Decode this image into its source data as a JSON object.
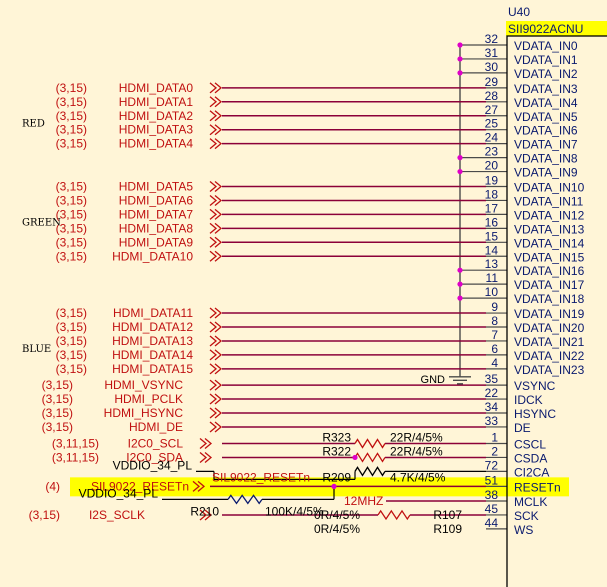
{
  "chip": {
    "ref": "U40",
    "part": "SII9022ACNU",
    "ground_label": "GND"
  },
  "groups": [
    {
      "label": "RED",
      "at_pin": "25"
    },
    {
      "label": "GREEN",
      "at_pin": "16"
    },
    {
      "label": "BLUE",
      "at_pin": "6"
    }
  ],
  "pins": [
    {
      "num": "32",
      "name": "VDATA_IN0",
      "gnd": true
    },
    {
      "num": "31",
      "name": "VDATA_IN1",
      "gnd": true
    },
    {
      "num": "30",
      "name": "VDATA_IN2",
      "gnd": true
    },
    {
      "num": "29",
      "name": "VDATA_IN3",
      "signal": "HDMI_DATA0",
      "ref": "(3,15)"
    },
    {
      "num": "28",
      "name": "VDATA_IN4",
      "signal": "HDMI_DATA1",
      "ref": "(3,15)"
    },
    {
      "num": "27",
      "name": "VDATA_IN5",
      "signal": "HDMI_DATA2",
      "ref": "(3,15)"
    },
    {
      "num": "25",
      "name": "VDATA_IN6",
      "signal": "HDMI_DATA3",
      "ref": "(3,15)"
    },
    {
      "num": "24",
      "name": "VDATA_IN7",
      "signal": "HDMI_DATA4",
      "ref": "(3,15)"
    },
    {
      "num": "23",
      "name": "VDATA_IN8",
      "gnd": true
    },
    {
      "num": "20",
      "name": "VDATA_IN9",
      "gnd": true
    },
    {
      "num": "19",
      "name": "VDATA_IN10",
      "signal": "HDMI_DATA5",
      "ref": "(3,15)"
    },
    {
      "num": "18",
      "name": "VDATA_IN11",
      "signal": "HDMI_DATA6",
      "ref": "(3,15)"
    },
    {
      "num": "17",
      "name": "VDATA_IN12",
      "signal": "HDMI_DATA7",
      "ref": "(3,15)"
    },
    {
      "num": "16",
      "name": "VDATA_IN13",
      "signal": "HDMI_DATA8",
      "ref": "(3,15)"
    },
    {
      "num": "15",
      "name": "VDATA_IN14",
      "signal": "HDMI_DATA9",
      "ref": "(3,15)"
    },
    {
      "num": "14",
      "name": "VDATA_IN15",
      "signal": "HDMI_DATA10",
      "ref": "(3,15)"
    },
    {
      "num": "13",
      "name": "VDATA_IN16",
      "gnd": true
    },
    {
      "num": "11",
      "name": "VDATA_IN17",
      "gnd": true
    },
    {
      "num": "10",
      "name": "VDATA_IN18",
      "gnd": true
    },
    {
      "num": "9",
      "name": "VDATA_IN19",
      "signal": "HDMI_DATA11",
      "ref": "(3,15)"
    },
    {
      "num": "8",
      "name": "VDATA_IN20",
      "signal": "HDMI_DATA12",
      "ref": "(3,15)"
    },
    {
      "num": "7",
      "name": "VDATA_IN21",
      "signal": "HDMI_DATA13",
      "ref": "(3,15)"
    },
    {
      "num": "6",
      "name": "VDATA_IN22",
      "signal": "HDMI_DATA14",
      "ref": "(3,15)"
    },
    {
      "num": "4",
      "name": "VDATA_IN23",
      "signal": "HDMI_DATA15",
      "ref": "(3,15)"
    },
    {
      "num": "35",
      "name": "VSYNC",
      "signal": "HDMI_VSYNC",
      "ref": "(3,15)"
    },
    {
      "num": "22",
      "name": "IDCK",
      "signal": "HDMI_PCLK",
      "ref": "(3,15)"
    },
    {
      "num": "34",
      "name": "HSYNC",
      "signal": "HDMI_HSYNC",
      "ref": "(3,15)"
    },
    {
      "num": "33",
      "name": "DE",
      "signal": "HDMI_DE",
      "ref": "(3,15)"
    },
    {
      "num": "1",
      "name": "CSCL",
      "signal": "I2C0_SCL",
      "ref": "(3,11,15)"
    },
    {
      "num": "2",
      "name": "CSDA",
      "signal": "I2C0_SDA",
      "ref": "(3,11,15)"
    },
    {
      "num": "72",
      "name": "CI2CA"
    },
    {
      "num": "51",
      "name": "RESETn",
      "signal": "SIL9022_RESETn",
      "ref": "(4)",
      "highlight": true
    },
    {
      "num": "38",
      "name": "MCLK"
    },
    {
      "num": "45",
      "name": "SCK",
      "signal": "I2S_SCLK",
      "ref": "(3,15)"
    },
    {
      "num": "44",
      "name": "WS"
    }
  ],
  "resistors": [
    {
      "ref": "R323",
      "value": "22R/4/5%"
    },
    {
      "ref": "R322",
      "value": "22R/4/5%"
    },
    {
      "ref": "R209",
      "value": "4.7K/4/5%"
    },
    {
      "ref": "R210",
      "value": "100K/4/5%"
    },
    {
      "ref": "R107",
      "value": "0R/4/5%"
    },
    {
      "ref": "R109",
      "value": "0R/4/5%"
    }
  ],
  "nets": {
    "vddio": "VDDIO_34_PL",
    "reset_net": "SIL9022_RESETn",
    "clock_note": "12MHZ"
  },
  "colors": {
    "background": "#fff5d7",
    "wire": "#8b0038",
    "gnd_wire": "#4a4a4a",
    "junction": "#e000c8",
    "signal_text": "#c01010",
    "pin_text": "#0a1a6e",
    "highlight": "#ffff00",
    "outline": "#000000"
  }
}
